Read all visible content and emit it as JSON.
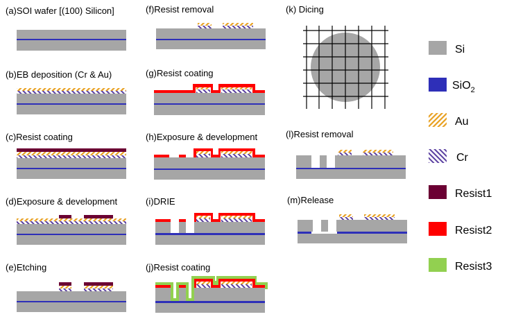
{
  "steps": [
    {
      "id": "a",
      "label": "(a)SOI wafer [(100) Silicon]"
    },
    {
      "id": "b",
      "label": "(b)EB deposition (Cr & Au)"
    },
    {
      "id": "c",
      "label": "(c)Resist coating"
    },
    {
      "id": "d",
      "label": "(d)Exposure & development"
    },
    {
      "id": "e",
      "label": "(e)Etching"
    },
    {
      "id": "f",
      "label": "(f)Resist removal"
    },
    {
      "id": "g",
      "label": "(g)Resist coating"
    },
    {
      "id": "h",
      "label": "(h)Exposure & development"
    },
    {
      "id": "i",
      "label": "(i)DRIE"
    },
    {
      "id": "j",
      "label": "(j)Resist coating"
    },
    {
      "id": "k",
      "label": "(k) Dicing"
    },
    {
      "id": "l",
      "label": "(l)Resist removal"
    },
    {
      "id": "m",
      "label": "(m)Release"
    }
  ],
  "legend": [
    {
      "key": "si",
      "label": "Si",
      "sub": "",
      "color": "#a6a6a6",
      "pattern": "none"
    },
    {
      "key": "sio2",
      "label": "SiO",
      "sub": "2",
      "color": "#2e2fb8",
      "pattern": "none"
    },
    {
      "key": "au",
      "label": "Au",
      "sub": "",
      "color": "#e8a020",
      "pattern": "hatch-orange"
    },
    {
      "key": "cr",
      "label": "Cr",
      "sub": "",
      "color": "#5a3fa0",
      "pattern": "hatch-purple"
    },
    {
      "key": "resist1",
      "label": "Resist1",
      "sub": "",
      "color": "#6b0033",
      "pattern": "none"
    },
    {
      "key": "resist2",
      "label": "Resist2",
      "sub": "",
      "color": "#ff0000",
      "pattern": "none"
    },
    {
      "key": "resist3",
      "label": "Resist3",
      "sub": "",
      "color": "#92d050",
      "pattern": "none"
    }
  ],
  "colors": {
    "si": "#a6a6a6",
    "sio2": "#2e2fb8",
    "au": "#e8a020",
    "cr": "#5a3fa0",
    "resist1": "#6b0033",
    "resist2": "#ff0000",
    "resist3": "#92d050",
    "grid": "#000000"
  }
}
